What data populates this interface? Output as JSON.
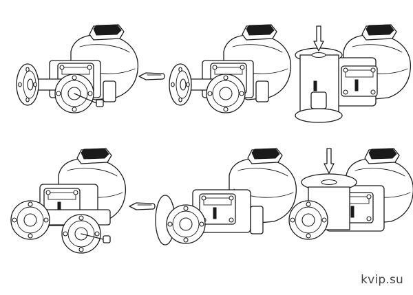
{
  "watermark": "kvip.su",
  "colors": {
    "line": "#1a1a1a",
    "background": "#ffffff"
  },
  "steps": [
    {
      "id": "step-1",
      "icon": "float-trap-horizontal-assembled-icon"
    },
    {
      "id": "step-2",
      "icon": "float-trap-horizontal-connector-removed-icon"
    },
    {
      "id": "step-3",
      "icon": "float-trap-vertical-connector-fitted-icon"
    },
    {
      "id": "step-4",
      "icon": "float-trap-front-assembled-icon"
    },
    {
      "id": "step-5",
      "icon": "float-trap-front-connector-removed-icon"
    },
    {
      "id": "step-6",
      "icon": "float-trap-vertical-connector-top-icon"
    }
  ],
  "arrows": [
    {
      "id": "arrow-remove-top",
      "icon": "removal-arrow-icon"
    },
    {
      "id": "arrow-remove-bottom",
      "icon": "removal-arrow-icon"
    },
    {
      "id": "arrow-insert-top",
      "icon": "insert-arrow-icon"
    },
    {
      "id": "arrow-insert-bottom",
      "icon": "insert-arrow-icon"
    }
  ]
}
